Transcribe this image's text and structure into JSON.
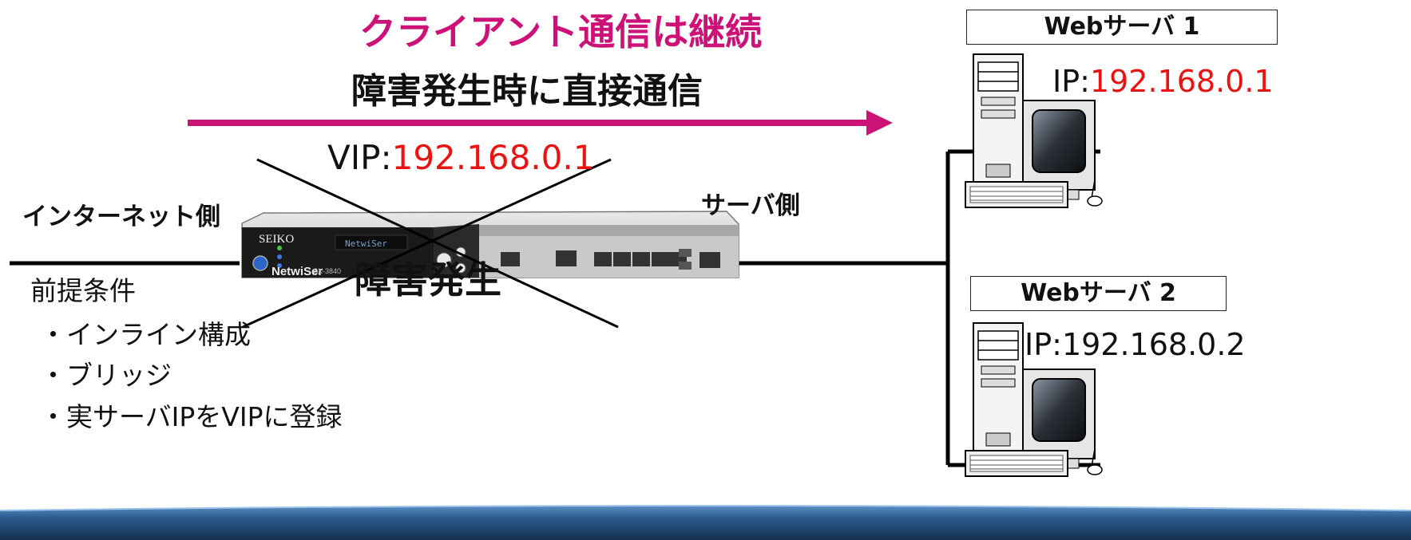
{
  "header": {
    "title": "クライアント通信は継続",
    "failover_message": "障害発生時に直接通信"
  },
  "appliance": {
    "vip_label": "VIP:",
    "vip_value": "192.168.0.1",
    "brand": "SEIKO",
    "product_logo": "NetwiSer",
    "model": "SX-3840",
    "display_text": "NetwiSer",
    "fault_label": "障害発生"
  },
  "network": {
    "internet_side": "インターネット側",
    "server_side": "サーバ側"
  },
  "premises": {
    "title": "前提条件",
    "items": [
      "・インライン構成",
      "・ブリッジ",
      "・実サーバIPをVIPに登録"
    ]
  },
  "servers": [
    {
      "name": "Webサーバ 1",
      "ip_prefix": "IP:",
      "ip_value": "192.168.0.1",
      "ip_color": "#e81414"
    },
    {
      "name": "Webサーバ 2",
      "ip_prefix": "IP:",
      "ip_value": "192.168.0.2",
      "ip_color": "#111111"
    }
  ],
  "colors": {
    "arrow": "#cc1177",
    "title": "#cc1177",
    "ip_highlight": "#e81414",
    "footer_band": "#1e3d63"
  },
  "icons": [
    "arrow-right-icon",
    "cross-out-icon",
    "network-appliance-icon",
    "desktop-computer-icon"
  ]
}
